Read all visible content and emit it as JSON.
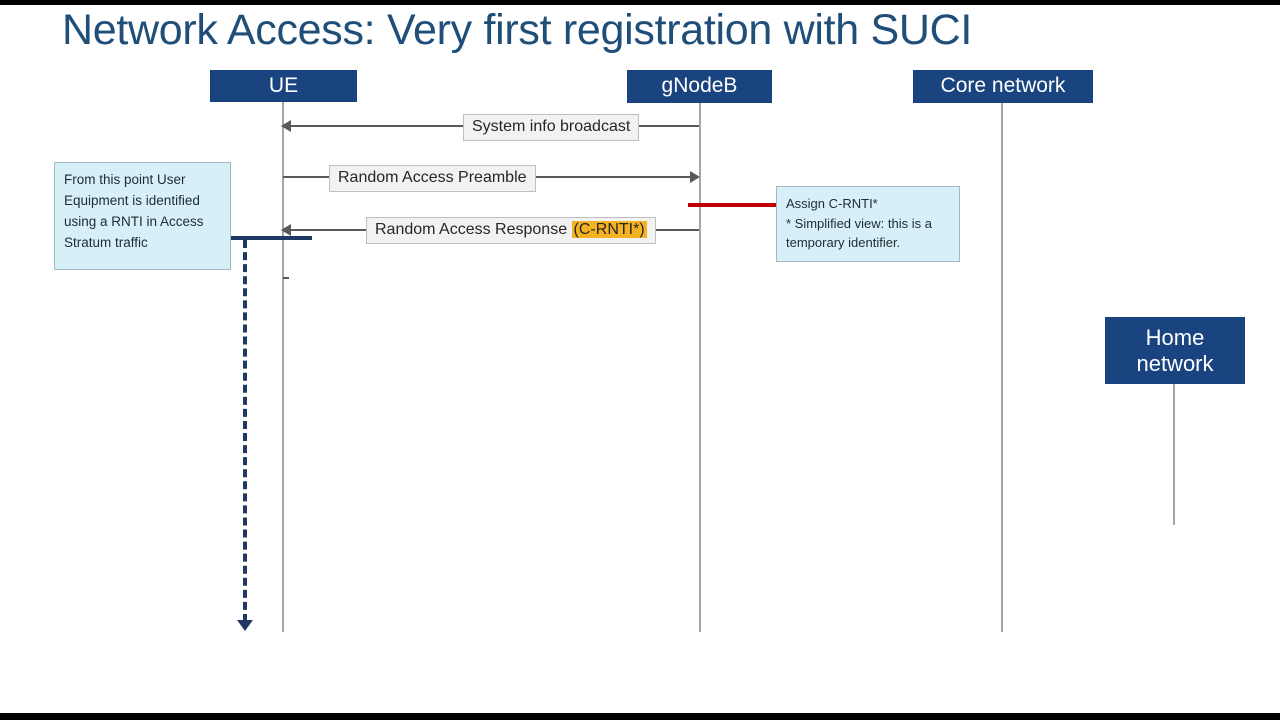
{
  "slide": {
    "title": "Network Access: Very first registration with SUCI",
    "title_color": "#1f4e79",
    "background": "#ffffff"
  },
  "actors": [
    {
      "id": "ue",
      "label": "UE",
      "box_color": "#1a4480"
    },
    {
      "id": "gnb",
      "label": "gNodeB",
      "box_color": "#1a4480"
    },
    {
      "id": "core",
      "label": "Core network",
      "box_color": "#1a4480"
    },
    {
      "id": "home",
      "label": "Home network",
      "box_color": "#1a4480"
    }
  ],
  "messages": [
    {
      "id": "system-info-broadcast",
      "label": "System info broadcast",
      "from": "gNodeB",
      "to": "UE",
      "direction": "left"
    },
    {
      "id": "random-access-preamble",
      "label": "Random Access Preamble",
      "from": "UE",
      "to": "gNodeB",
      "direction": "right"
    },
    {
      "id": "random-access-response",
      "label_prefix": "Random Access Response ",
      "label_highlight": "(C-RNTI*)",
      "highlight_color": "#f5b324",
      "from": "gNodeB",
      "to": "UE",
      "direction": "left"
    }
  ],
  "notes": {
    "left": {
      "text": "From this point User Equipment  is identified using a RNTI  in Access Stratum traffic",
      "fill": "#d7f0f7",
      "connector_color": "#1f3864"
    },
    "right": {
      "line1": "Assign C-RNTI*",
      "line2": "* Simplified view: this is a temporary identifier.",
      "fill": "#d7f0f7",
      "connector_color": "#c00000"
    }
  }
}
